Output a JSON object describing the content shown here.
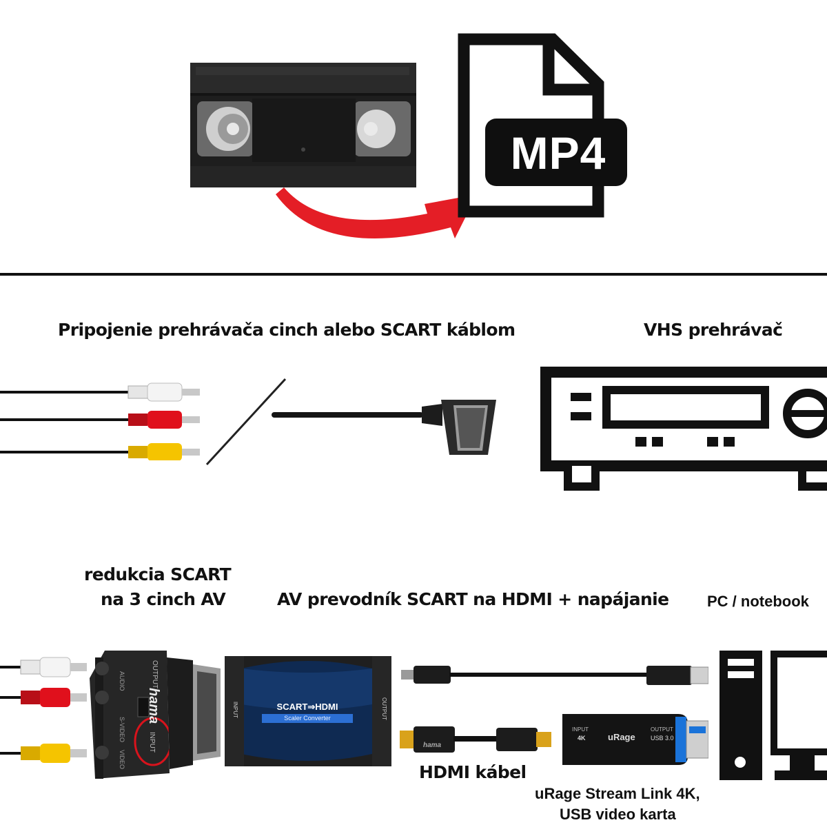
{
  "top": {
    "mp4_label": "MP4"
  },
  "labels": {
    "cable_connection": "Pripojenie prehrávača cinch alebo SCART káblom",
    "vhs_player": "VHS prehrávač",
    "scart_reduction_line1": "redukcia SCART",
    "scart_reduction_line2": "na 3 cinch AV",
    "av_converter": "AV prevodník SCART na HDMI + napájanie",
    "pc_notebook": "PC / notebook",
    "hdmi_cable": "HDMI kábel",
    "capture_card_line1": "uRage Stream Link 4K,",
    "capture_card_line2": "USB video karta"
  },
  "device_text": {
    "converter_badge": "SCART⇒HDMI",
    "converter_sub": "Scaler Converter",
    "converter_input": "INPUT",
    "converter_output": "OUTPUT",
    "adapter_brand": "hama",
    "adapter_output": "OUTPUT",
    "adapter_input": "INPUT",
    "adapter_audio": "AUDIO",
    "adapter_svideo": "S-VIDEO",
    "adapter_video": "VIDEO",
    "hdmi_brand": "hama",
    "card_brand": "uRage",
    "card_input": "INPUT",
    "card_4k": "4K",
    "card_output": "OUTPUT",
    "card_usb": "USB 3.0"
  },
  "colors": {
    "arrow_red": "#e41e26",
    "rca_white": "#f2f2f2",
    "rca_red": "#e0101c",
    "rca_yellow": "#f5c400",
    "usb_blue": "#1a73d9",
    "hdmi_gold": "#d9a21b",
    "highlight_circle": "#d8131c"
  }
}
